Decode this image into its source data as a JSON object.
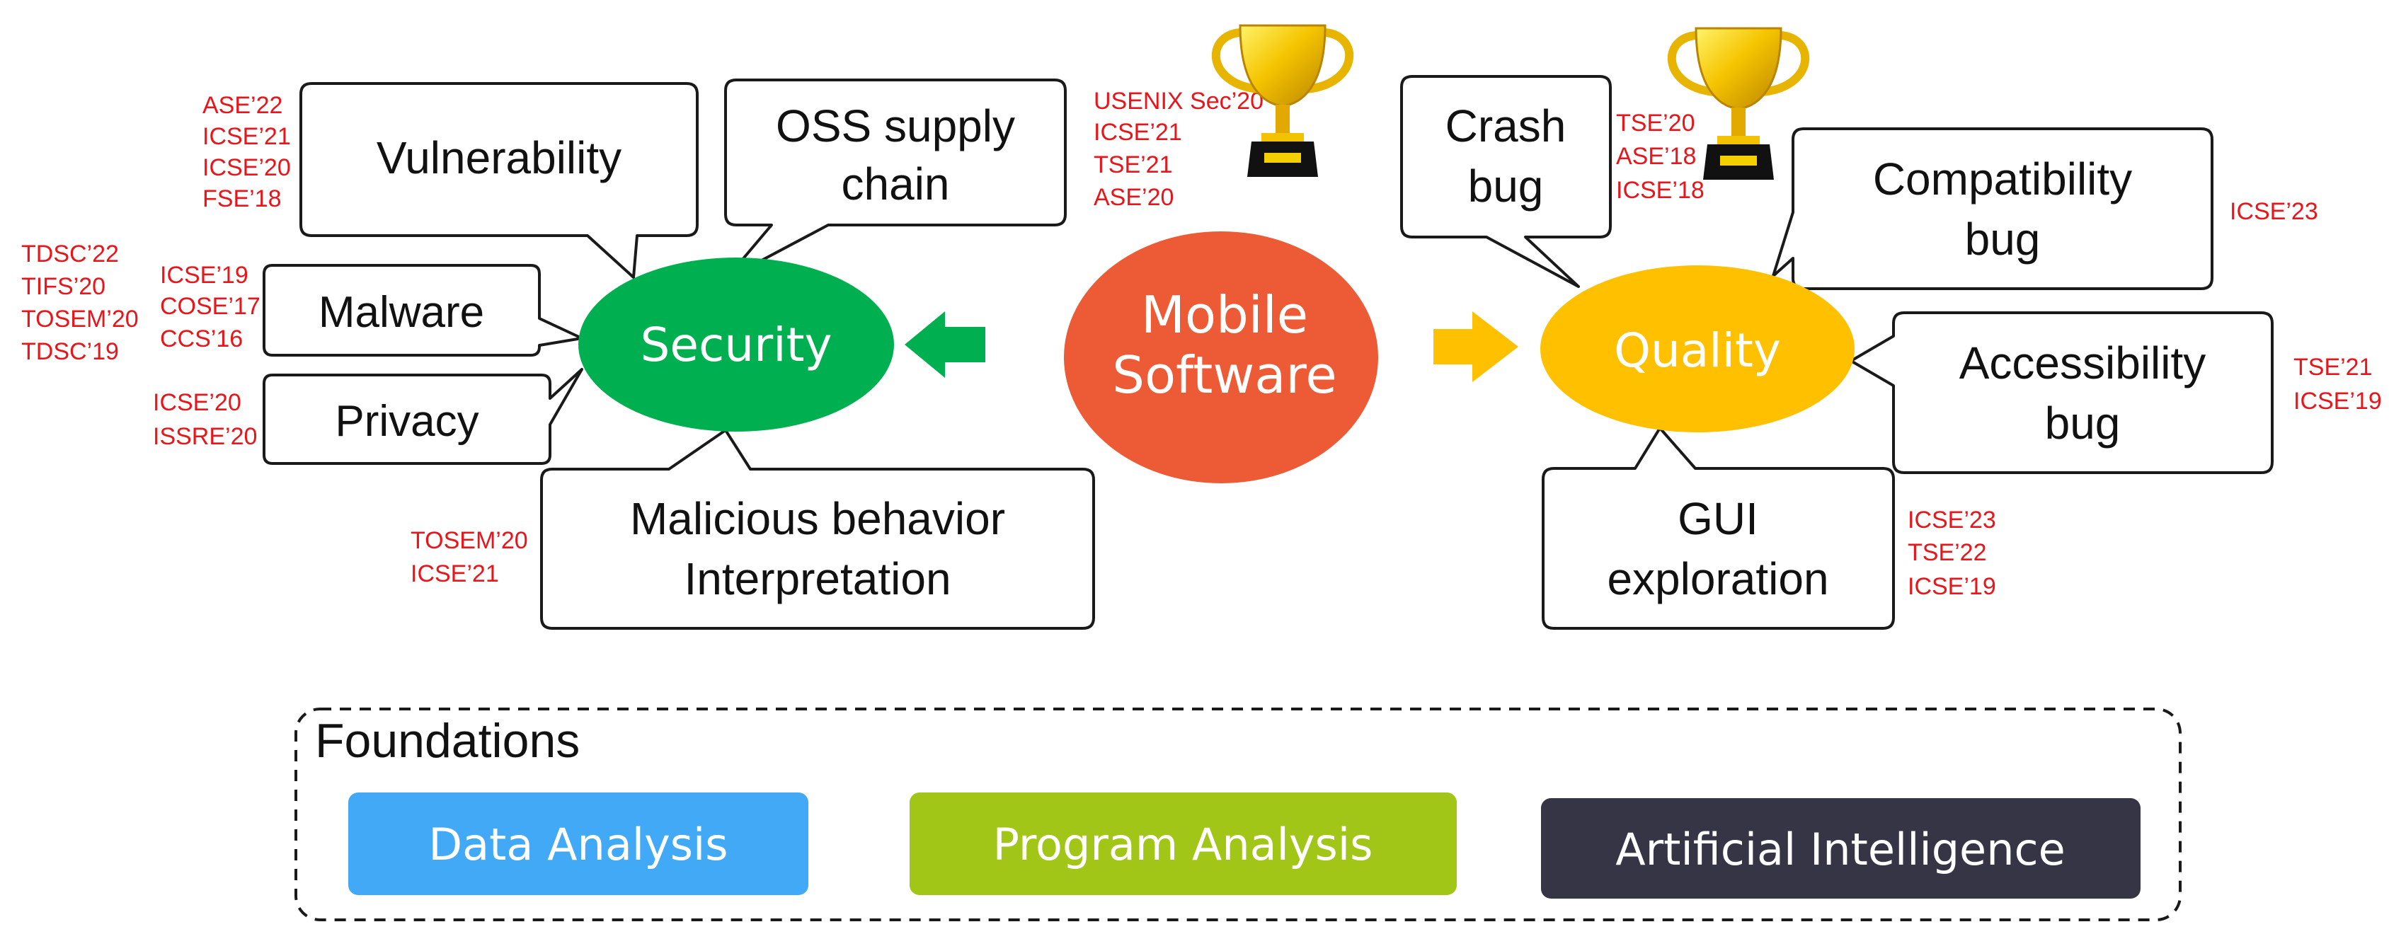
{
  "center": {
    "line1": "Mobile",
    "line2": "Software"
  },
  "security": {
    "label": "Security",
    "vulnerability": {
      "label": "Vulnerability",
      "citations": [
        "ASE’22",
        "ICSE’21",
        "ICSE’20",
        "FSE’18"
      ]
    },
    "oss": {
      "line1": "OSS supply",
      "line2": "chain",
      "citations": [
        "USENIX Sec’20",
        "ICSE’21",
        "TSE’21",
        "ASE’20"
      ]
    },
    "malware": {
      "label": "Malware",
      "citations": [
        "ICSE’19",
        "COSE’17",
        "CCS’16"
      ],
      "outer_citations": [
        "TDSC’22",
        "TIFS’20",
        "TOSEM’20",
        "TDSC’19"
      ]
    },
    "privacy": {
      "label": "Privacy",
      "citations": [
        "ICSE’20",
        "ISSRE’20"
      ]
    },
    "malicious": {
      "line1": "Malicious behavior",
      "line2": "Interpretation",
      "citations": [
        "TOSEM’20",
        "ICSE’21"
      ]
    }
  },
  "quality": {
    "label": "Quality",
    "crash": {
      "line1": "Crash",
      "line2": "bug",
      "citations": [
        "TSE’20",
        "ASE’18",
        "ICSE’18"
      ]
    },
    "compatibility": {
      "line1": "Compatibility",
      "line2": "bug",
      "citations": [
        "ICSE’23"
      ]
    },
    "accessibility": {
      "line1": "Accessibility",
      "line2": "bug",
      "citations": [
        "TSE’21",
        "ICSE’19"
      ]
    },
    "gui": {
      "line1": "GUI",
      "line2": "exploration",
      "citations": [
        "ICSE’23",
        "TSE’22",
        "ICSE’19"
      ]
    }
  },
  "foundations": {
    "title": "Foundations",
    "items": [
      {
        "label": "Data Analysis",
        "color": "#41a9f6"
      },
      {
        "label": "Program Analysis",
        "color": "#a2c617"
      },
      {
        "label": "Artificial Intelligence",
        "color": "#363545"
      }
    ]
  },
  "colors": {
    "security": "#00b050",
    "quality": "#ffc000",
    "center": "#ec5b35",
    "citation": "#e8161b"
  },
  "icons": [
    "trophy-icon",
    "trophy-icon"
  ]
}
